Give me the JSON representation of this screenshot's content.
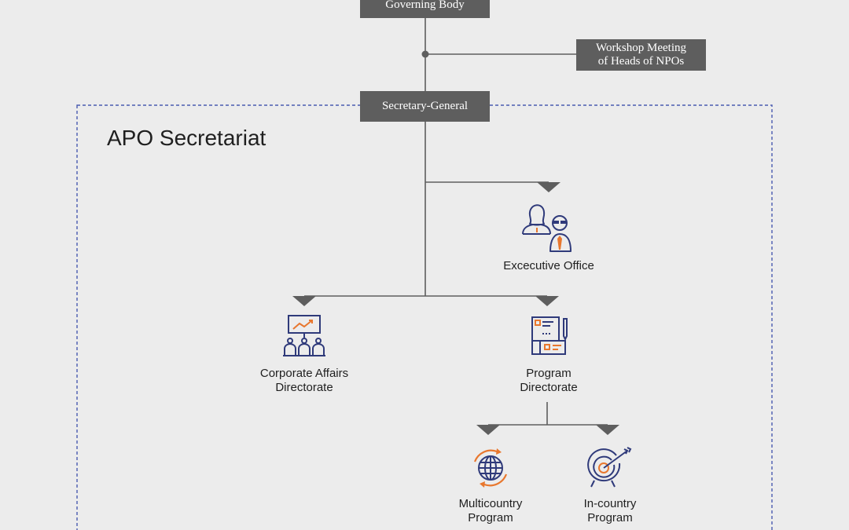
{
  "colors": {
    "background": "#ececec",
    "box_fill": "#5e5e5e",
    "box_text": "#ffffff",
    "line": "#5e5e5e",
    "dashed_border": "#4a5bb0",
    "icon_navy": "#2f3a7a",
    "icon_orange": "#e8772e"
  },
  "boxes": {
    "governing_body": "Governing Body",
    "workshop_meeting_line1": "Workshop Meeting",
    "workshop_meeting_line2": "of Heads of NPOs",
    "secretary_general": "Secretary-General"
  },
  "secretariat": {
    "title": "APO Secretariat"
  },
  "units": {
    "executive_office": {
      "label": "Excecutive Office",
      "icon": "people-icon"
    },
    "corporate_affairs": {
      "line1": "Corporate Affairs",
      "line2": "Directorate",
      "icon": "presentation-icon"
    },
    "program_directorate": {
      "line1": "Program",
      "line2": "Directorate",
      "icon": "documents-icon"
    },
    "multicountry_program": {
      "line1": "Multicountry",
      "line2": "Program",
      "icon": "globe-icon"
    },
    "incountry_program": {
      "line1": "In-country",
      "line2": "Program",
      "icon": "target-icon"
    }
  }
}
